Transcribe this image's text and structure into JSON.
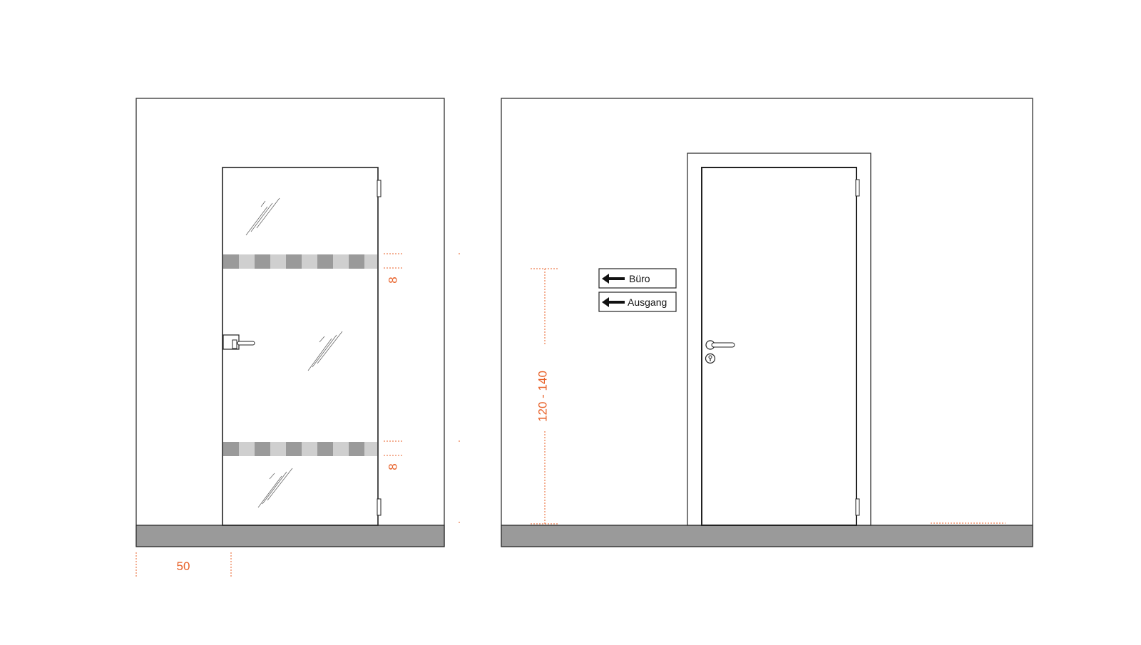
{
  "colors": {
    "line": "#222222",
    "floor": "#9a9a9a",
    "stripe_dark": "#9a9a9a",
    "stripe_light": "#cfcfcf",
    "dimension": "#e8622a"
  },
  "left_panel": {
    "door_type": "glass door",
    "marking_stripes": 2,
    "dimensions": {
      "upper_stripe_height": "8",
      "lower_stripe_height": "8",
      "bottom_offset": "50"
    }
  },
  "right_panel": {
    "door_type": "framed door",
    "signs": [
      {
        "label": "Büro",
        "icon": "arrow-left-icon"
      },
      {
        "label": "Ausgang",
        "icon": "arrow-left-icon"
      }
    ],
    "dimensions": {
      "sign_height": "120 - 140"
    }
  }
}
